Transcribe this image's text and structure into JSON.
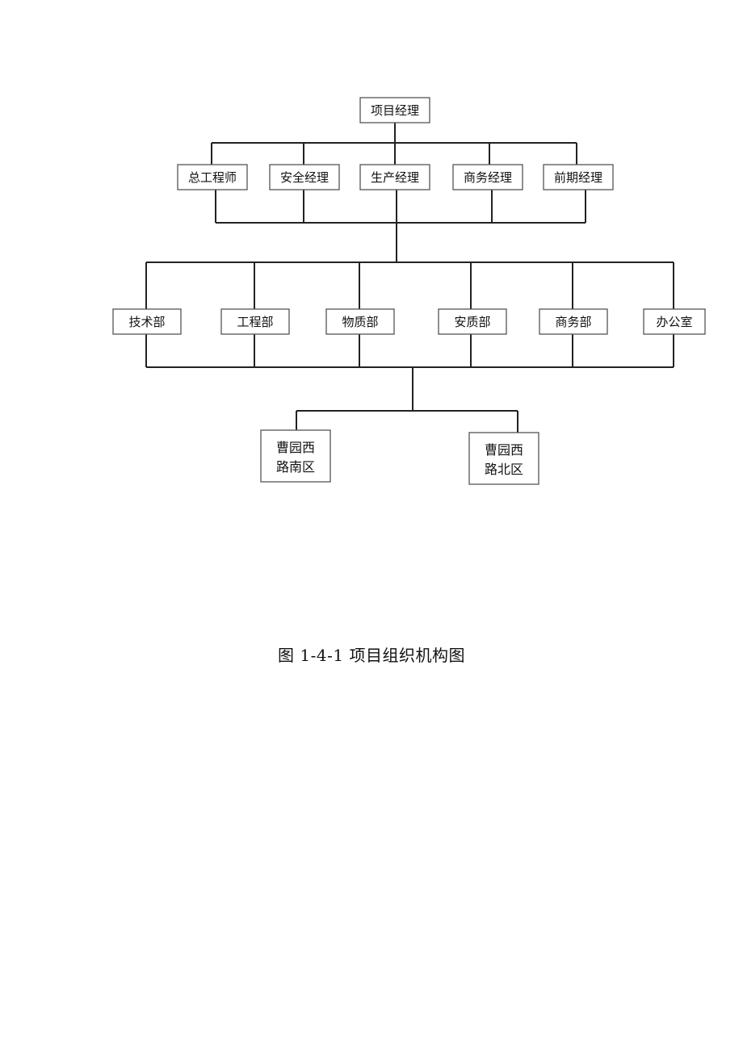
{
  "diagram": {
    "root": {
      "label": "项目经理"
    },
    "managers": [
      {
        "label": "总工程师"
      },
      {
        "label": "安全经理"
      },
      {
        "label": "生产经理"
      },
      {
        "label": "商务经理"
      },
      {
        "label": "前期经理"
      }
    ],
    "departments": [
      {
        "label": "技术部"
      },
      {
        "label": "工程部"
      },
      {
        "label": "物质部"
      },
      {
        "label": "安质部"
      },
      {
        "label": "商务部"
      },
      {
        "label": "办公室"
      }
    ],
    "districts": [
      {
        "line1": "曹园西",
        "line2": "路南区"
      },
      {
        "line1": "曹园西",
        "line2": "路北区"
      }
    ]
  },
  "caption": "图 1-4-1 项目组织机构图"
}
